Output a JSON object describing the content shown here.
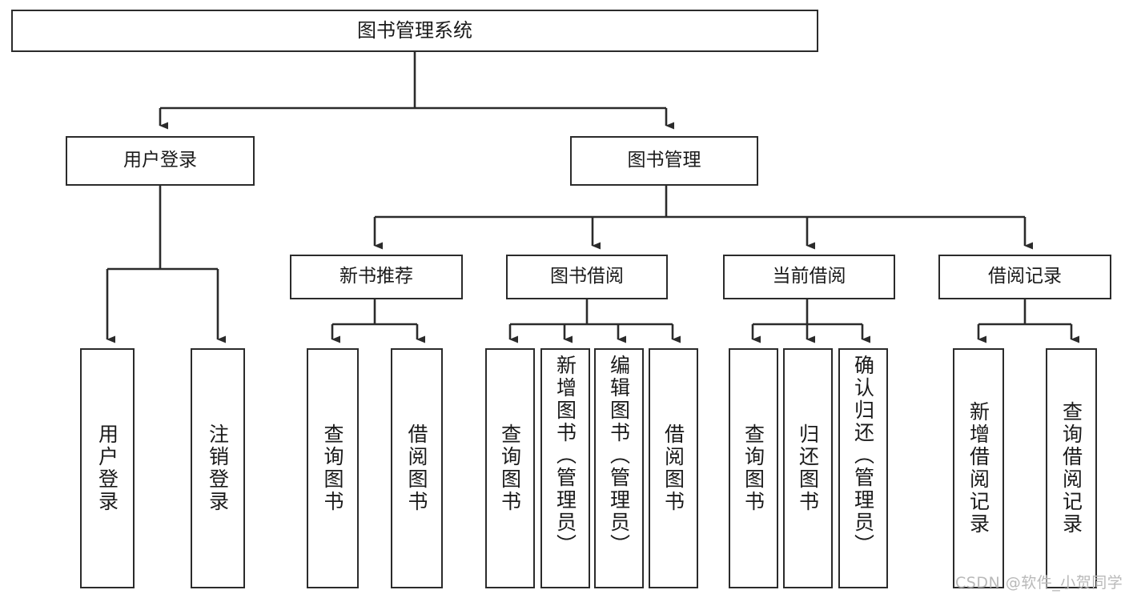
{
  "diagram": {
    "title": "图书管理系统",
    "type": "tree",
    "colors": {
      "box_border": "#2b2b2b",
      "box_fill": "#ffffff",
      "connector": "#2b2b2b",
      "text": "#1a1a1a",
      "watermark": "#b9b9b9",
      "background": "#ffffff"
    },
    "root": {
      "id": "root",
      "label": "图书管理系统"
    },
    "level2": [
      {
        "id": "user-login",
        "label": "用户登录"
      },
      {
        "id": "book-management",
        "label": "图书管理"
      }
    ],
    "level3": [
      {
        "id": "new-book-recommend",
        "label": "新书推荐"
      },
      {
        "id": "book-borrow",
        "label": "图书借阅"
      },
      {
        "id": "current-borrow",
        "label": "当前借阅"
      },
      {
        "id": "borrow-record",
        "label": "借阅记录"
      }
    ],
    "leaves": [
      {
        "id": "leaf-user-login",
        "label": "用户登录",
        "parent": "user-login"
      },
      {
        "id": "leaf-logout",
        "label": "注销登录",
        "parent": "user-login"
      },
      {
        "id": "leaf-query-book-1",
        "label": "查询图书",
        "parent": "new-book-recommend"
      },
      {
        "id": "leaf-borrow-book-1",
        "label": "借阅图书",
        "parent": "new-book-recommend"
      },
      {
        "id": "leaf-query-book-2",
        "label": "查询图书",
        "parent": "book-borrow"
      },
      {
        "id": "leaf-add-book",
        "label": "新增图书（管理员）",
        "parent": "book-borrow"
      },
      {
        "id": "leaf-edit-book",
        "label": "编辑图书（管理员）",
        "parent": "book-borrow"
      },
      {
        "id": "leaf-borrow-book-2",
        "label": "借阅图书",
        "parent": "book-borrow"
      },
      {
        "id": "leaf-query-book-3",
        "label": "查询图书",
        "parent": "current-borrow"
      },
      {
        "id": "leaf-return-book",
        "label": "归还图书",
        "parent": "current-borrow"
      },
      {
        "id": "leaf-confirm-return",
        "label": "确认归还（管理员）",
        "parent": "current-borrow"
      },
      {
        "id": "leaf-add-record",
        "label": "新增借阅记录",
        "parent": "borrow-record"
      },
      {
        "id": "leaf-query-record",
        "label": "查询借阅记录",
        "parent": "borrow-record"
      }
    ],
    "watermark": "CSDN @软件_小贺同学"
  }
}
